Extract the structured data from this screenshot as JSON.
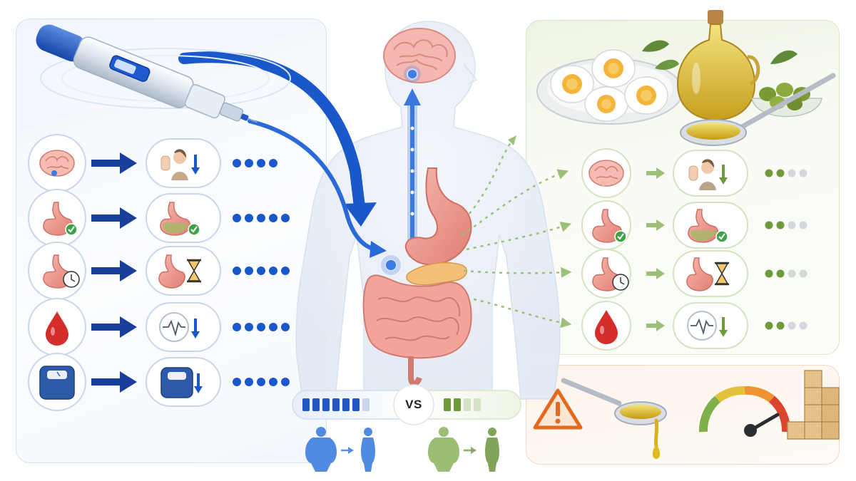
{
  "vs_label": "VS",
  "colors": {
    "glp1_blue": "#1a57c9",
    "natural_green": "#6f9a3c",
    "warning_orange": "#e06a1e",
    "organ_pink": "#f2a49a"
  },
  "left_panel": {
    "theme": "blue",
    "device": "injection-pen-icon",
    "rows": [
      {
        "organ": "brain-icon",
        "effect": "stop-hand-appetite-icon",
        "dots_filled": 4,
        "dots_total": 4
      },
      {
        "organ": "stomach-check-icon",
        "effect": "full-stomach-icon",
        "dots_filled": 5,
        "dots_total": 5
      },
      {
        "organ": "stomach-clock-icon",
        "effect": "stomach-hourglass-icon",
        "dots_filled": 5,
        "dots_total": 5
      },
      {
        "organ": "blood-drop-icon",
        "effect": "heartbeat-down-icon",
        "dots_filled": 5,
        "dots_total": 5
      },
      {
        "organ": "scale-icon",
        "effect": "scale-down-icon",
        "dots_filled": 5,
        "dots_total": 5
      }
    ],
    "strength_bar": {
      "filled": 6,
      "total": 7
    },
    "weight_change": [
      "larger-body-icon",
      "slim-body-icon"
    ]
  },
  "right_panel": {
    "theme": "green",
    "foods": [
      "boiled-eggs-icon",
      "olive-oil-bottle-icon",
      "olives-bowl-icon",
      "oil-spoon-icon"
    ],
    "rows": [
      {
        "organ": "brain-icon",
        "effect": "stop-hand-appetite-icon",
        "dots_filled": 2,
        "dots_total": 4
      },
      {
        "organ": "stomach-check-icon",
        "effect": "full-stomach-icon",
        "dots_filled": 2,
        "dots_total": 4
      },
      {
        "organ": "stomach-clock-icon",
        "effect": "stomach-hourglass-icon",
        "dots_filled": 2,
        "dots_total": 4
      },
      {
        "organ": "blood-drop-icon",
        "effect": "heartbeat-down-icon",
        "dots_filled": 2,
        "dots_total": 4
      }
    ],
    "strength_bar": {
      "filled": 2,
      "total": 4
    },
    "weight_change": [
      "larger-body-icon",
      "slim-body-icon"
    ]
  },
  "warning_panel": {
    "icons": [
      "warning-triangle-icon",
      "oil-drip-spoon-icon",
      "calorie-gauge-icon",
      "sugar-cubes-icon"
    ]
  },
  "center": {
    "figure": "human-body-icon",
    "organs": [
      "brain-icon",
      "stomach-icon",
      "pancreas-icon",
      "intestines-icon"
    ]
  }
}
